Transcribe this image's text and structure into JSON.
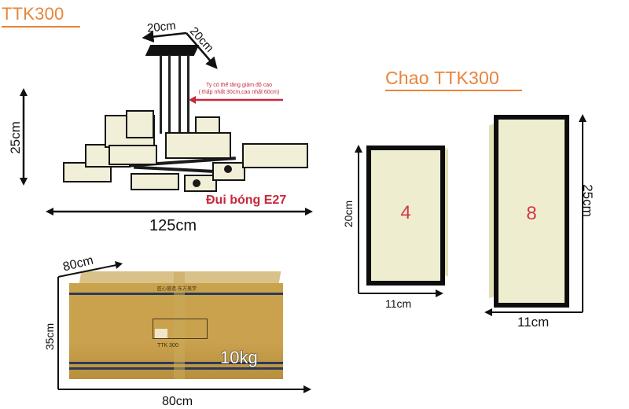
{
  "titles": {
    "main": "TTK300",
    "shade": "Chao TTK300"
  },
  "colors": {
    "title_orange": "#e8843a",
    "annotation_red": "#c7283a",
    "shade_fill": "#eeedcf",
    "shade_border": "#0d0d0d",
    "box_cardboard": "#c9a24c"
  },
  "chandelier": {
    "canopy_width": "20cm",
    "canopy_depth": "20cm",
    "height": "25cm",
    "width": "125cm",
    "rod_note_line1": "Ty có thể tăng giảm độ cao",
    "rod_note_line2": "( thấp nhất 30cm,cao nhất 60cm)",
    "socket_label": "Đui bóng E27"
  },
  "shades": [
    {
      "count": "4",
      "height": "20cm",
      "width": "11cm"
    },
    {
      "count": "8",
      "height": "25cm",
      "width": "11cm"
    }
  ],
  "package": {
    "depth": "80cm",
    "height": "35cm",
    "width": "80cm",
    "weight": "10kg",
    "box_slogan": "匠心营造·东方美学",
    "box_model_label": "TTK 300"
  }
}
